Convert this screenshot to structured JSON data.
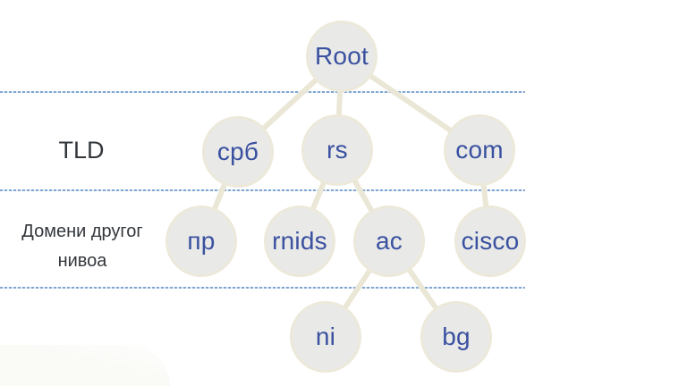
{
  "diagram": {
    "row_labels": {
      "tld": "TLD",
      "second_level_line1": "Домени другог",
      "second_level_line2": "нивоа"
    },
    "nodes": {
      "root": {
        "label": "Root"
      },
      "srb": {
        "label": "срб"
      },
      "rs": {
        "label": "rs"
      },
      "com": {
        "label": "com"
      },
      "pr": {
        "label": "пр"
      },
      "rnids": {
        "label": "rnids"
      },
      "ac": {
        "label": "ac"
      },
      "cisco": {
        "label": "cisco"
      },
      "ni": {
        "label": "ni"
      },
      "bg": {
        "label": "bg"
      }
    },
    "edges": [
      [
        "root",
        "srb"
      ],
      [
        "root",
        "rs"
      ],
      [
        "root",
        "com"
      ],
      [
        "srb",
        "pr"
      ],
      [
        "rs",
        "rnids"
      ],
      [
        "rs",
        "ac"
      ],
      [
        "com",
        "cisco"
      ],
      [
        "ac",
        "ni"
      ],
      [
        "ac",
        "bg"
      ]
    ],
    "colors": {
      "node_fill": "#e9e9e8",
      "node_ring": "#ece9db",
      "node_text": "#3a51a0",
      "edge": "#ebe7d6",
      "separator": "#7fa6d3",
      "label_text": "#33373c"
    }
  }
}
